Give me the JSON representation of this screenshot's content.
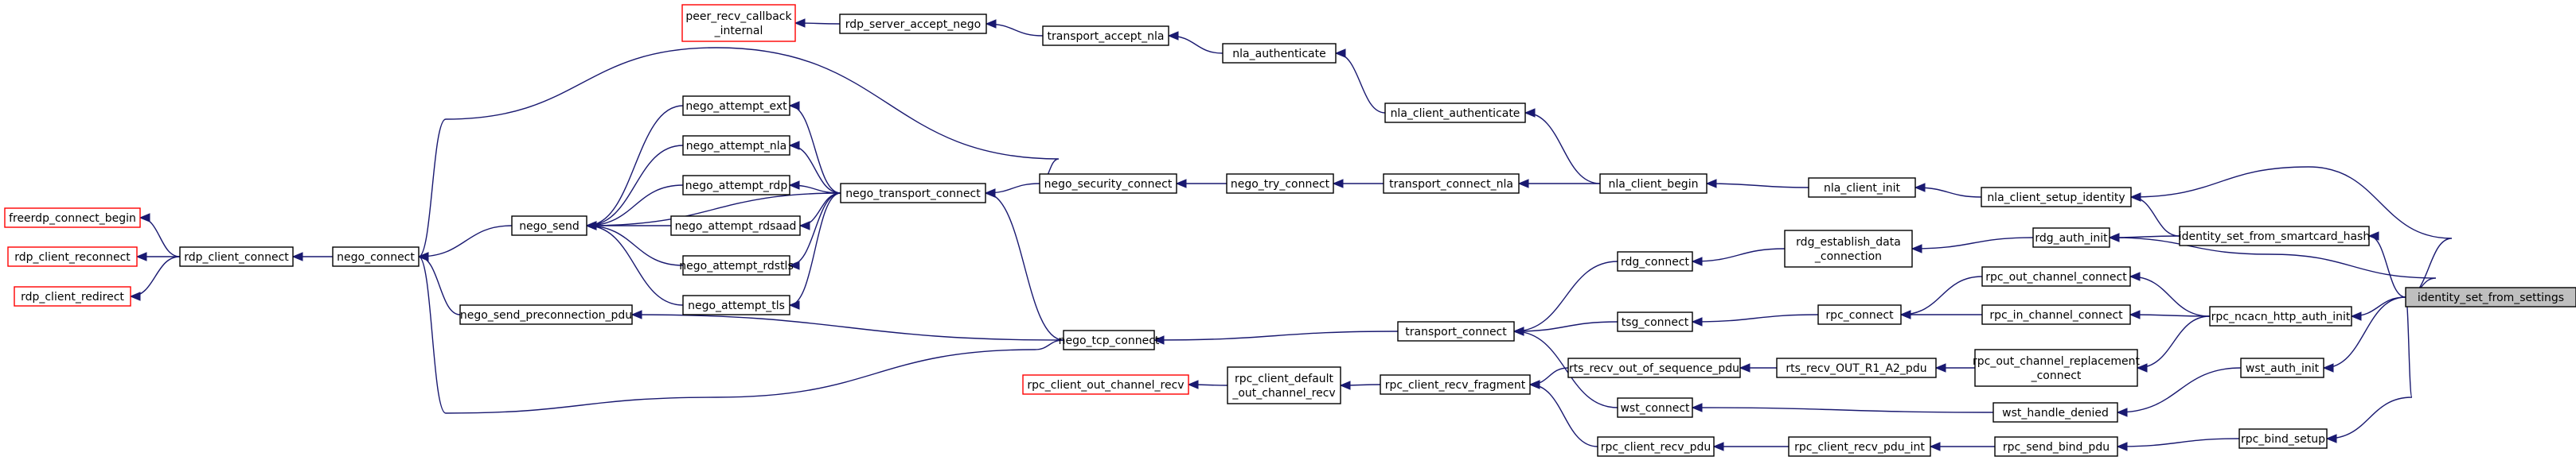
{
  "diagram": {
    "kind": "caller-graph",
    "colors": {
      "edge": "#191970",
      "node_border": "#000000",
      "external_border": "#ff0000",
      "root_fill": "#bfbfbf"
    },
    "nodes": {
      "peer_recv_callback_internal": {
        "lines": [
          "peer_recv_callback",
          "_internal"
        ],
        "style": "external"
      },
      "rdp_server_accept_nego": {
        "lines": [
          "rdp_server_accept_nego"
        ]
      },
      "transport_accept_nla": {
        "lines": [
          "transport_accept_nla"
        ]
      },
      "nla_authenticate": {
        "lines": [
          "nla_authenticate"
        ]
      },
      "nla_client_authenticate": {
        "lines": [
          "nla_client_authenticate"
        ]
      },
      "nego_attempt_ext": {
        "lines": [
          "nego_attempt_ext"
        ]
      },
      "nego_attempt_nla": {
        "lines": [
          "nego_attempt_nla"
        ]
      },
      "nego_attempt_rdp": {
        "lines": [
          "nego_attempt_rdp"
        ]
      },
      "nego_attempt_rdsaad": {
        "lines": [
          "nego_attempt_rdsaad"
        ]
      },
      "nego_attempt_rdstls": {
        "lines": [
          "nego_attempt_rdstls"
        ]
      },
      "nego_attempt_tls": {
        "lines": [
          "nego_attempt_tls"
        ]
      },
      "nego_send": {
        "lines": [
          "nego_send"
        ]
      },
      "nego_transport_connect": {
        "lines": [
          "nego_transport_connect"
        ]
      },
      "nego_security_connect": {
        "lines": [
          "nego_security_connect"
        ]
      },
      "nego_try_connect": {
        "lines": [
          "nego_try_connect"
        ]
      },
      "transport_connect_nla": {
        "lines": [
          "transport_connect_nla"
        ]
      },
      "nla_client_begin": {
        "lines": [
          "nla_client_begin"
        ]
      },
      "nla_client_init": {
        "lines": [
          "nla_client_init"
        ]
      },
      "nla_client_setup_identity": {
        "lines": [
          "nla_client_setup_identity"
        ]
      },
      "freerdp_connect_begin": {
        "lines": [
          "freerdp_connect_begin"
        ],
        "style": "external"
      },
      "rdp_client_reconnect": {
        "lines": [
          "rdp_client_reconnect"
        ],
        "style": "external"
      },
      "rdp_client_redirect": {
        "lines": [
          "rdp_client_redirect"
        ],
        "style": "external"
      },
      "rdp_client_connect": {
        "lines": [
          "rdp_client_connect"
        ]
      },
      "nego_connect": {
        "lines": [
          "nego_connect"
        ]
      },
      "nego_send_preconnection_pdu": {
        "lines": [
          "nego_send_preconnection_pdu"
        ]
      },
      "nego_tcp_connect": {
        "lines": [
          "nego_tcp_connect"
        ]
      },
      "rpc_client_out_channel_recv": {
        "lines": [
          "rpc_client_out_channel_recv"
        ],
        "style": "external"
      },
      "rpc_client_default_out_channel_recv": {
        "lines": [
          "rpc_client_default",
          "_out_channel_recv"
        ]
      },
      "rpc_client_recv_fragment": {
        "lines": [
          "rpc_client_recv_fragment"
        ]
      },
      "transport_connect": {
        "lines": [
          "transport_connect"
        ]
      },
      "rdg_connect": {
        "lines": [
          "rdg_connect"
        ]
      },
      "tsg_connect": {
        "lines": [
          "tsg_connect"
        ]
      },
      "rts_recv_out_of_sequence_pdu": {
        "lines": [
          "rts_recv_out_of_sequence_pdu"
        ]
      },
      "wst_connect": {
        "lines": [
          "wst_connect"
        ]
      },
      "rpc_client_recv_pdu": {
        "lines": [
          "rpc_client_recv_pdu"
        ]
      },
      "rdg_establish_data_connection": {
        "lines": [
          "rdg_establish_data",
          "_connection"
        ]
      },
      "rpc_connect": {
        "lines": [
          "rpc_connect"
        ]
      },
      "rts_recv_OUT_R1_A2_pdu": {
        "lines": [
          "rts_recv_OUT_R1_A2_pdu"
        ]
      },
      "rpc_client_recv_pdu_int": {
        "lines": [
          "rpc_client_recv_pdu_int"
        ]
      },
      "rdg_auth_init": {
        "lines": [
          "rdg_auth_init"
        ]
      },
      "rpc_out_channel_connect": {
        "lines": [
          "rpc_out_channel_connect"
        ]
      },
      "rpc_in_channel_connect": {
        "lines": [
          "rpc_in_channel_connect"
        ]
      },
      "rpc_out_channel_replacement_connect": {
        "lines": [
          "rpc_out_channel_replacement",
          "_connect"
        ]
      },
      "wst_handle_denied": {
        "lines": [
          "wst_handle_denied"
        ]
      },
      "rpc_send_bind_pdu": {
        "lines": [
          "rpc_send_bind_pdu"
        ]
      },
      "identity_set_from_smartcard_hash": {
        "lines": [
          "identity_set_from_smartcard_hash"
        ]
      },
      "rpc_ncacn_http_auth_init": {
        "lines": [
          "rpc_ncacn_http_auth_init"
        ]
      },
      "wst_auth_init": {
        "lines": [
          "wst_auth_init"
        ]
      },
      "rpc_bind_setup": {
        "lines": [
          "rpc_bind_setup"
        ]
      },
      "identity_set_from_settings": {
        "lines": [
          "identity_set_from_settings"
        ],
        "style": "root"
      }
    },
    "edges": [
      [
        "peer_recv_callback_internal",
        "rdp_server_accept_nego"
      ],
      [
        "rdp_server_accept_nego",
        "transport_accept_nla"
      ],
      [
        "transport_accept_nla",
        "nla_authenticate"
      ],
      [
        "nla_authenticate",
        "nla_client_authenticate"
      ],
      [
        "nla_client_authenticate",
        "nla_client_begin"
      ],
      [
        "freerdp_connect_begin",
        "rdp_client_connect"
      ],
      [
        "rdp_client_reconnect",
        "rdp_client_connect"
      ],
      [
        "rdp_client_redirect",
        "rdp_client_connect"
      ],
      [
        "rdp_client_connect",
        "nego_connect"
      ],
      [
        "nego_connect",
        "nego_send"
      ],
      [
        "nego_connect",
        "nego_send_preconnection_pdu"
      ],
      [
        "nego_connect",
        "nego_tcp_connect"
      ],
      [
        "nego_connect",
        "nego_security_connect"
      ],
      [
        "nego_send",
        "nego_attempt_ext"
      ],
      [
        "nego_send",
        "nego_attempt_nla"
      ],
      [
        "nego_send",
        "nego_attempt_rdp"
      ],
      [
        "nego_send",
        "nego_attempt_rdsaad"
      ],
      [
        "nego_send",
        "nego_attempt_rdstls"
      ],
      [
        "nego_send",
        "nego_attempt_tls"
      ],
      [
        "nego_send",
        "nego_transport_connect"
      ],
      [
        "nego_attempt_ext",
        "nego_transport_connect"
      ],
      [
        "nego_attempt_nla",
        "nego_transport_connect"
      ],
      [
        "nego_attempt_rdp",
        "nego_transport_connect"
      ],
      [
        "nego_attempt_rdsaad",
        "nego_transport_connect"
      ],
      [
        "nego_attempt_rdstls",
        "nego_transport_connect"
      ],
      [
        "nego_attempt_tls",
        "nego_transport_connect"
      ],
      [
        "nego_transport_connect",
        "nego_security_connect"
      ],
      [
        "nego_transport_connect",
        "nego_tcp_connect"
      ],
      [
        "nego_send_preconnection_pdu",
        "nego_tcp_connect"
      ],
      [
        "nego_security_connect",
        "nego_try_connect"
      ],
      [
        "nego_try_connect",
        "transport_connect_nla"
      ],
      [
        "transport_connect_nla",
        "nla_client_begin"
      ],
      [
        "nla_client_begin",
        "nla_client_init"
      ],
      [
        "nla_client_init",
        "nla_client_setup_identity"
      ],
      [
        "nla_client_setup_identity",
        "identity_set_from_settings"
      ],
      [
        "nego_tcp_connect",
        "transport_connect"
      ],
      [
        "rpc_client_out_channel_recv",
        "rpc_client_default_out_channel_recv"
      ],
      [
        "rpc_client_default_out_channel_recv",
        "rpc_client_recv_fragment"
      ],
      [
        "rpc_client_recv_fragment",
        "rts_recv_out_of_sequence_pdu"
      ],
      [
        "rpc_client_recv_fragment",
        "rpc_client_recv_pdu"
      ],
      [
        "transport_connect",
        "rdg_connect"
      ],
      [
        "transport_connect",
        "tsg_connect"
      ],
      [
        "transport_connect",
        "wst_connect"
      ],
      [
        "rdg_connect",
        "rdg_establish_data_connection"
      ],
      [
        "tsg_connect",
        "rpc_connect"
      ],
      [
        "rts_recv_out_of_sequence_pdu",
        "rts_recv_OUT_R1_A2_pdu"
      ],
      [
        "wst_connect",
        "wst_handle_denied"
      ],
      [
        "rpc_client_recv_pdu",
        "rpc_client_recv_pdu_int"
      ],
      [
        "rdg_establish_data_connection",
        "rdg_auth_init"
      ],
      [
        "rpc_connect",
        "rpc_out_channel_connect"
      ],
      [
        "rpc_connect",
        "rpc_in_channel_connect"
      ],
      [
        "rts_recv_OUT_R1_A2_pdu",
        "rpc_out_channel_replacement_connect"
      ],
      [
        "rpc_client_recv_pdu_int",
        "rpc_send_bind_pdu"
      ],
      [
        "rdg_auth_init",
        "identity_set_from_smartcard_hash"
      ],
      [
        "rdg_auth_init",
        "identity_set_from_settings"
      ],
      [
        "rpc_out_channel_connect",
        "rpc_ncacn_http_auth_init"
      ],
      [
        "rpc_in_channel_connect",
        "rpc_ncacn_http_auth_init"
      ],
      [
        "rpc_out_channel_replacement_connect",
        "rpc_ncacn_http_auth_init"
      ],
      [
        "wst_handle_denied",
        "wst_auth_init"
      ],
      [
        "rpc_send_bind_pdu",
        "rpc_bind_setup"
      ],
      [
        "nla_client_setup_identity",
        "identity_set_from_smartcard_hash"
      ],
      [
        "identity_set_from_smartcard_hash",
        "identity_set_from_settings"
      ],
      [
        "rpc_ncacn_http_auth_init",
        "identity_set_from_settings"
      ],
      [
        "wst_auth_init",
        "identity_set_from_settings"
      ],
      [
        "rpc_bind_setup",
        "identity_set_from_settings"
      ]
    ]
  }
}
